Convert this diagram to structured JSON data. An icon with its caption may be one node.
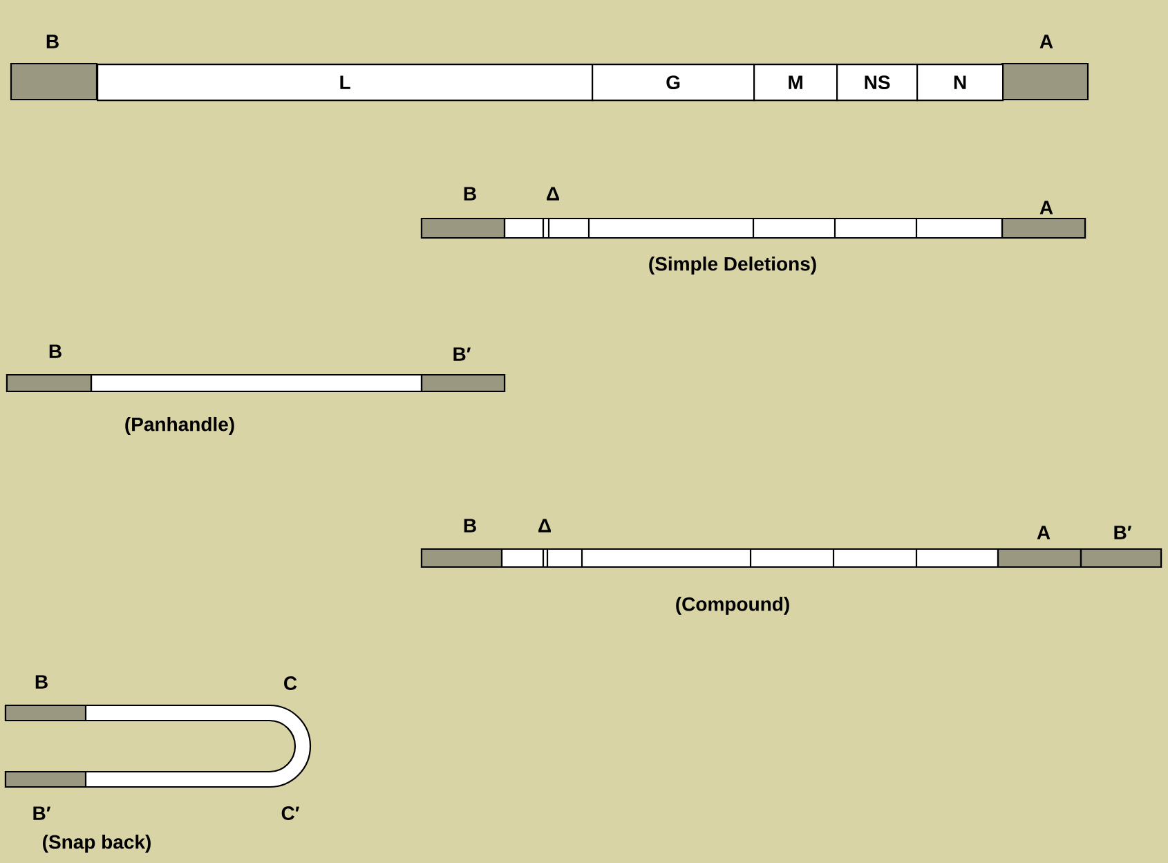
{
  "diagram": {
    "nodes": [
      {
        "text": [
          "L"
        ]
      },
      {
        "text": [
          "G"
        ]
      },
      {
        "text": [
          "M"
        ]
      },
      {
        "text": [
          "NS"
        ]
      },
      {
        "text": [
          "N"
        ]
      }
    ],
    "labels": [
      "B",
      "A",
      "B",
      "Δ",
      "A",
      "(Simple Deletions)",
      "B",
      "B′",
      "(Panhandle)",
      "B",
      "Δ",
      "A",
      "B′",
      "(Compound)",
      "B",
      "C",
      "B′",
      "C′",
      "(Snap back)"
    ]
  }
}
